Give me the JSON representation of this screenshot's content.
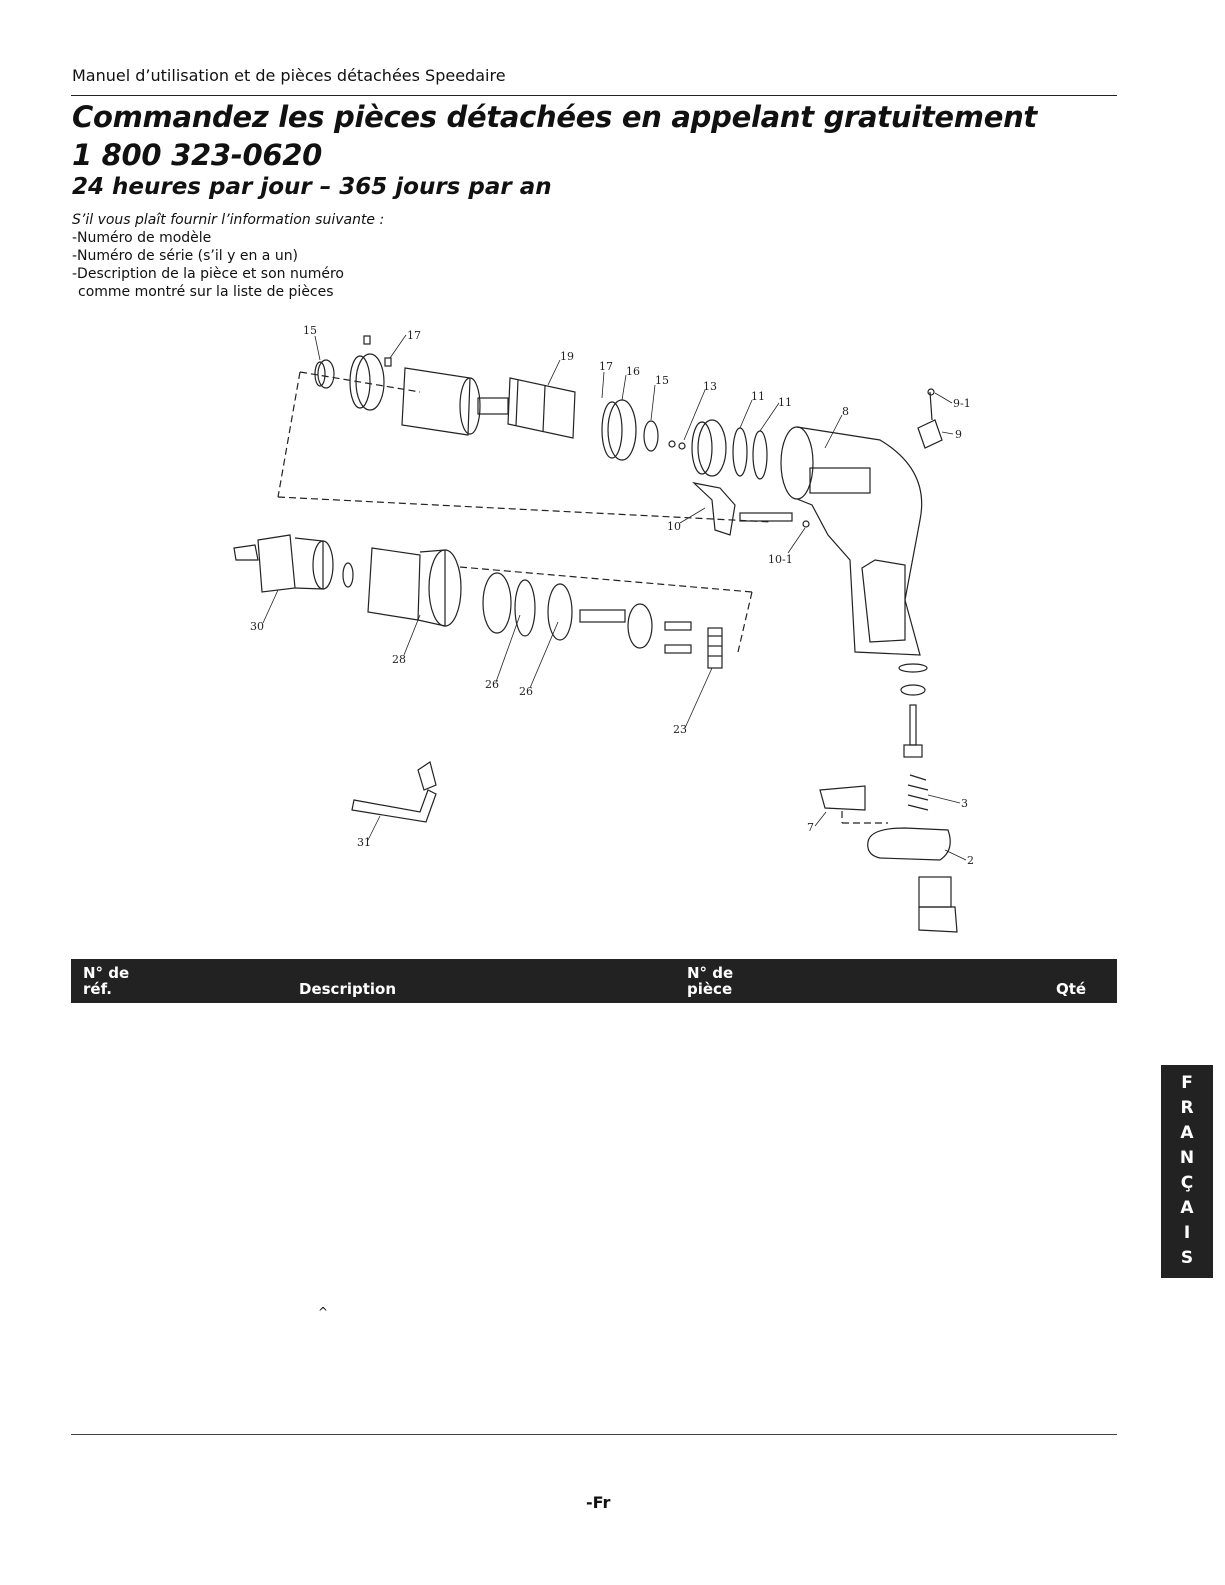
{
  "header": {
    "manual_title": "Manuel d’utilisation et de pièces détachées Speedaire",
    "headline_line1": "Commandez les pièces détachées en appelant gratuitement",
    "headline_line2": "1 800 323-0620",
    "subhead": "24 heures par jour – 365 jours par an"
  },
  "info": {
    "intro": "S’il vous plaît fournir l’information suivante :",
    "items": [
      "-Numéro de modèle",
      "-Numéro de série (s’il y en a un)",
      "-Description de la pièce et son numéro",
      "comme montré sur la liste de pièces"
    ]
  },
  "diagram": {
    "callouts": [
      "15",
      "17",
      "19",
      "17",
      "16",
      "15",
      "13",
      "11",
      "11",
      "8",
      "9-1",
      "9",
      "10",
      "10-1",
      "30",
      "28",
      "26",
      "26",
      "23",
      "3",
      "7",
      "2",
      "31"
    ]
  },
  "table": {
    "col_ref_1": "N° de",
    "col_ref_2": "réf.",
    "col_desc": "Description",
    "col_part_1": "N° de",
    "col_part_2": "pièce",
    "col_qty": "Qté"
  },
  "stray_mark": "^",
  "footer": {
    "page": "-Fr"
  },
  "language_tab": [
    "F",
    "R",
    "A",
    "N",
    "Ç",
    "A",
    "I",
    "S"
  ]
}
